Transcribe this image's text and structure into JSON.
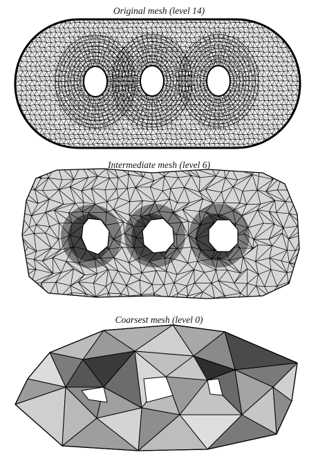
{
  "panels": [
    {
      "caption": "Original mesh (level 14)"
    },
    {
      "caption": "Intermediate mesh (level 6)"
    },
    {
      "caption": "Coarsest mesh (level 0)"
    }
  ],
  "colors": {
    "background": "#ffffff",
    "edge": "#000000",
    "face_light": "#d9d9d9",
    "face_mid": "#a9a9a9",
    "face_dark": "#5e5e5e",
    "hole": "#ffffff"
  }
}
